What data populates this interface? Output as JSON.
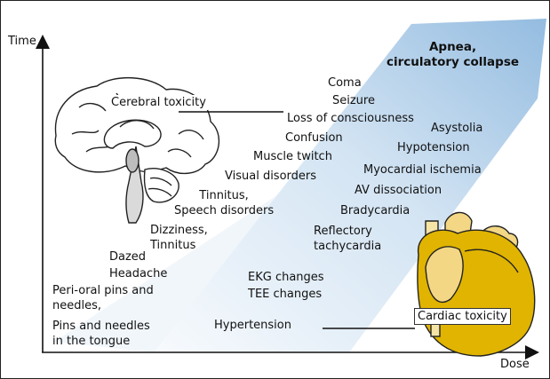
{
  "axes": {
    "y_label": "Time",
    "x_label": "Dose"
  },
  "regions": {
    "cerebral": "Cerebral toxicity",
    "cardiac": "Cardiac toxicity"
  },
  "top_label": "Apnea,\ncirculatory collapse",
  "cns_symptoms": [
    "Coma",
    "Seizure",
    "Loss of consciousness",
    "Confusion",
    "Muscle twitch",
    "Visual disorders",
    "Tinnitus,\nSpeech disorders",
    "Dizziness,\nTinnitus",
    "Dazed",
    "Headache",
    "Peri-oral pins and\nneedles,",
    "Pins and needles\nin the tongue"
  ],
  "cardiac_symptoms": [
    "Asystolia",
    "Hypotension",
    "Myocardial ischemia",
    "AV dissociation",
    "Bradycardia",
    "Reflectory\ntachycardia",
    "EKG changes",
    "TEE changes",
    "Hypertension"
  ],
  "colors": {
    "band_light": "#eef4fa",
    "band_dark": "#9dc1e2",
    "heart": "#e0b400",
    "brain_stem": "#c8c8c8"
  }
}
